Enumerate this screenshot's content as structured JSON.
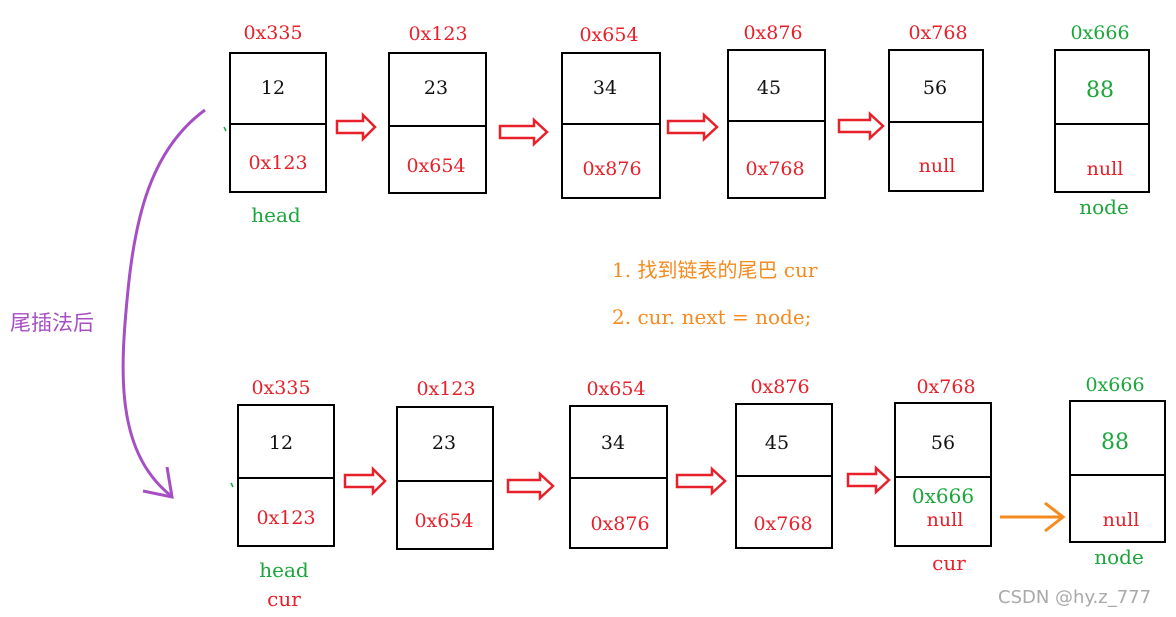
{
  "top_row": [
    {
      "address": "0x335",
      "value": "12",
      "next": "0x123"
    },
    {
      "address": "0x123",
      "value": "23",
      "next": "0x654"
    },
    {
      "address": "0x654",
      "value": "34",
      "next": "0x876"
    },
    {
      "address": "0x876",
      "value": "45",
      "next": "0x768"
    },
    {
      "address": "0x768",
      "value": "56",
      "next": "null"
    },
    {
      "address": "0x666",
      "value": "88",
      "next": "null"
    }
  ],
  "bottom_row": [
    {
      "address": "0x335",
      "value": "12",
      "next": "0x123"
    },
    {
      "address": "0x123",
      "value": "23",
      "next": "0x654"
    },
    {
      "address": "0x654",
      "value": "34",
      "next": "0x876"
    },
    {
      "address": "0x876",
      "value": "45",
      "next": "0x768"
    },
    {
      "address": "0x768",
      "value": "56",
      "next": "null",
      "new_next": "0x666"
    },
    {
      "address": "0x666",
      "value": "88",
      "next": "null"
    }
  ],
  "labels": {
    "top_head": "head",
    "top_node": "node",
    "bottom_head": "head",
    "bottom_cur_first": "cur",
    "bottom_cur_tail": "cur",
    "bottom_node": "node"
  },
  "steps": {
    "step1": "1. 找到链表的尾巴 cur",
    "step2": "2. cur. next = node;"
  },
  "side_label": "尾插法后",
  "watermark": "CSDN @hy.z_777",
  "colors": {
    "address_red": "#e8202a",
    "new_node_green": "#1aa63a",
    "arrow_red": "#e8202a",
    "step_orange": "#f58a1f",
    "curve_purple": "#a64fc4"
  }
}
